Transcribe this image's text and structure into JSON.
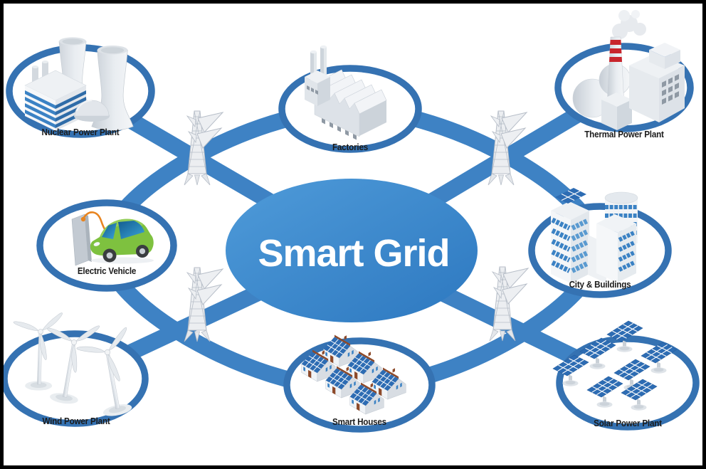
{
  "diagram": {
    "center_label": "Smart Grid",
    "nodes": [
      {
        "id": "nuclear-power-plant",
        "label": "Nuclear Power Plant",
        "icon": "nuclear-plant-icon",
        "position": "top-left"
      },
      {
        "id": "factories",
        "label": "Factories",
        "icon": "factory-icon",
        "position": "top-center"
      },
      {
        "id": "thermal-power-plant",
        "label": "Thermal Power Plant",
        "icon": "thermal-plant-icon",
        "position": "top-right"
      },
      {
        "id": "electric-vehicle",
        "label": "Electric Vehicle",
        "icon": "electric-car-icon",
        "position": "middle-left"
      },
      {
        "id": "city-buildings",
        "label": "City & Buildings",
        "icon": "city-buildings-icon",
        "position": "middle-right"
      },
      {
        "id": "wind-power-plant",
        "label": "Wind Power Plant",
        "icon": "wind-turbine-icon",
        "position": "bottom-left"
      },
      {
        "id": "smart-houses",
        "label": "Smart Houses",
        "icon": "solar-house-icon",
        "position": "bottom-center"
      },
      {
        "id": "solar-power-plant",
        "label": "Solar Power Plant",
        "icon": "solar-panel-icon",
        "position": "bottom-right"
      }
    ],
    "pylon_icon": "transmission-tower-icon",
    "pylon_count": 4
  },
  "colors": {
    "connection_blue": "#3e82c4",
    "node_ring_blue": "#3572b2",
    "center_gradient_top": "#4f9bd9",
    "center_gradient_bottom": "#2d78c0",
    "panel_blue": "#2d6cb3",
    "window_blue": "#3b82c4",
    "car_green": "#7ec13f",
    "chimney_red": "#c8252c",
    "cable_orange": "#e8841f",
    "roof_brown": "#8d4a2a",
    "icon_gray_light": "#eef1f4",
    "icon_gray": "#dfe3e8",
    "icon_gray_dark": "#c9cfd7",
    "frame_border": "#000000",
    "background": "#ffffff"
  }
}
